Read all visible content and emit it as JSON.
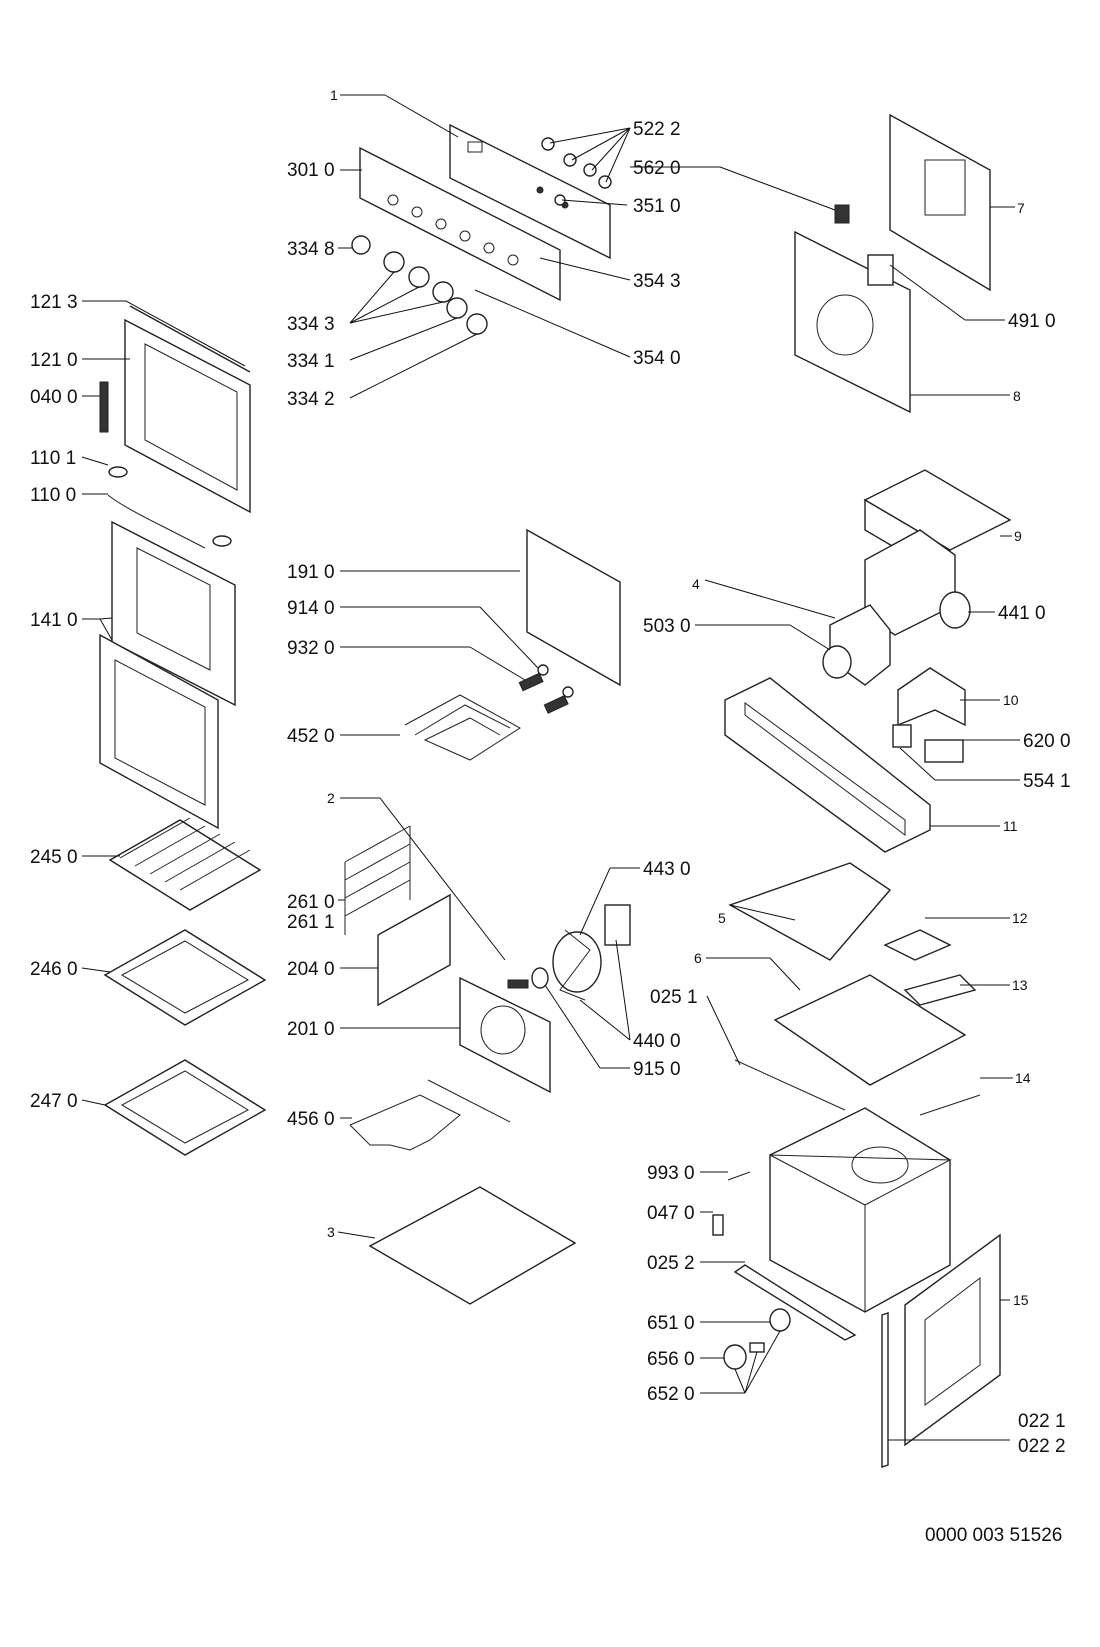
{
  "labels": {
    "l1": "1",
    "l522_2": "522 2",
    "l301_0": "301 0",
    "l562_0": "562 0",
    "l351_0": "351 0",
    "l7": "7",
    "l334_8": "334 8",
    "l354_3": "354 3",
    "l121_3": "121 3",
    "l334_3": "334 3",
    "l491_0": "491 0",
    "l121_0": "121 0",
    "l334_1": "334 1",
    "l354_0": "354 0",
    "l040_0": "040 0",
    "l334_2": "334 2",
    "l8": "8",
    "l110_1": "110 1",
    "l110_0": "110 0",
    "l9": "9",
    "l191_0": "191 0",
    "l4": "4",
    "l441_0": "441 0",
    "l914_0": "914 0",
    "l141_0": "141 0",
    "l503_0": "503 0",
    "l932_0": "932 0",
    "l10": "10",
    "l452_0": "452 0",
    "l620_0": "620 0",
    "l554_1": "554 1",
    "l2": "2",
    "l11": "11",
    "l245_0": "245 0",
    "l443_0": "443 0",
    "l261_0": "261 0",
    "l261_1": "261 1",
    "l5": "5",
    "l12": "12",
    "l246_0": "246 0",
    "l204_0": "204 0",
    "l6": "6",
    "l13": "13",
    "l025_1": "025 1",
    "l201_0": "201 0",
    "l440_0": "440 0",
    "l915_0": "915 0",
    "l14": "14",
    "l247_0": "247 0",
    "l456_0": "456 0",
    "l993_0": "993 0",
    "l047_0": "047 0",
    "l3": "3",
    "l025_2": "025 2",
    "l15": "15",
    "l651_0": "651 0",
    "l656_0": "656 0",
    "l652_0": "652 0",
    "l022_1": "022 1",
    "l022_2": "022 2"
  },
  "document_code": "0000 003 51526"
}
